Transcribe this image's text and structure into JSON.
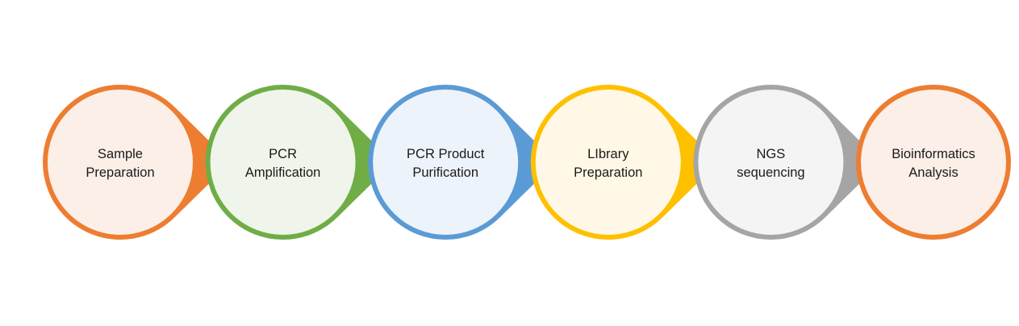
{
  "diagram": {
    "type": "process-flow",
    "steps": [
      {
        "lines": [
          "Sample",
          "Preparation"
        ],
        "stroke": "#ED7D31",
        "fill": "#FBEFE8",
        "arrow": true
      },
      {
        "lines": [
          "PCR",
          "Amplification"
        ],
        "stroke": "#70AD47",
        "fill": "#EFF5EA",
        "arrow": true
      },
      {
        "lines": [
          "PCR Product",
          "Purification"
        ],
        "stroke": "#5B9BD5",
        "fill": "#EDF3FA",
        "arrow": true
      },
      {
        "lines": [
          "LIbrary",
          "Preparation"
        ],
        "stroke": "#FFC000",
        "fill": "#FFF8E6",
        "arrow": true
      },
      {
        "lines": [
          "NGS",
          "sequencing"
        ],
        "stroke": "#A5A5A5",
        "fill": "#F4F4F4",
        "arrow": true
      },
      {
        "lines": [
          "Bioinformatics",
          "Analysis"
        ],
        "stroke": "#ED7D31",
        "fill": "#FBEFE8",
        "arrow": false
      }
    ]
  }
}
